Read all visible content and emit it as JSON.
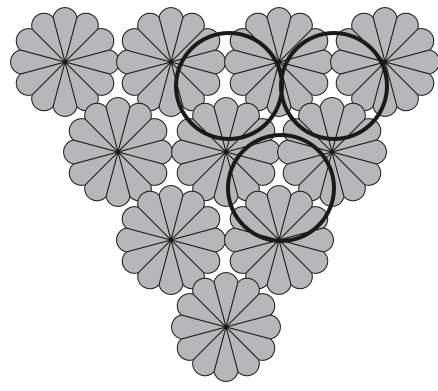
{
  "diagram": {
    "rosette_count": 10,
    "petals_per_rosette": 12,
    "highlight_ring_count": 3,
    "colors": {
      "background": "#ffffff",
      "petal_fill": "#b7b7b9",
      "petal_stroke": "#1a1a1a",
      "ring_stroke": "#1a1a1a"
    }
  }
}
